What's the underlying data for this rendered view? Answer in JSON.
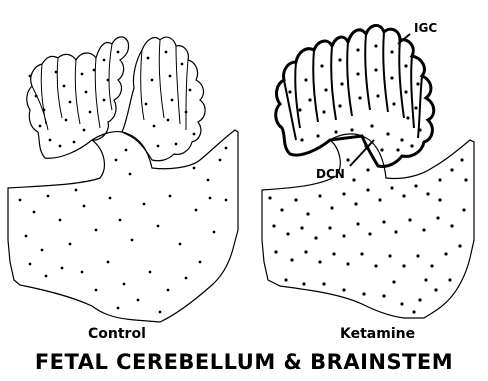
{
  "title": "FETAL CEREBELLUM & BRAINSTEM",
  "panels": [
    {
      "label": "Control"
    },
    {
      "label": "Ketamine"
    }
  ],
  "annotations": {
    "igc": "IGC",
    "dcn": "DCN"
  },
  "colors": {
    "ink": "#000000",
    "background": "#ffffff"
  }
}
